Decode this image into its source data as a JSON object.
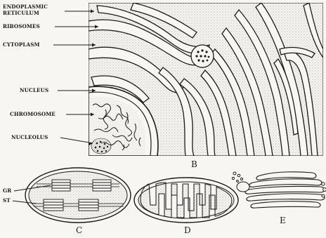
{
  "figure_labels": {
    "endoplasmic_reticulum": [
      "ENDOPLASMIC",
      "RETICULUM"
    ],
    "ribosomes": "RIBOSOMES",
    "cytoplasm": "CYTOPLASM",
    "nucleus": "NUCLEUS",
    "chromosome": "CHROMOSOME",
    "nucleolus": "NUCLEOLUS",
    "gr": "GR",
    "st": "ST"
  },
  "panel_labels": {
    "b": "B",
    "c": "C",
    "d": "D",
    "e": "E"
  },
  "colors": {
    "ink": "#1a1a1a",
    "paper": "#f7f6f2",
    "stipple": "#6b6b6b"
  }
}
